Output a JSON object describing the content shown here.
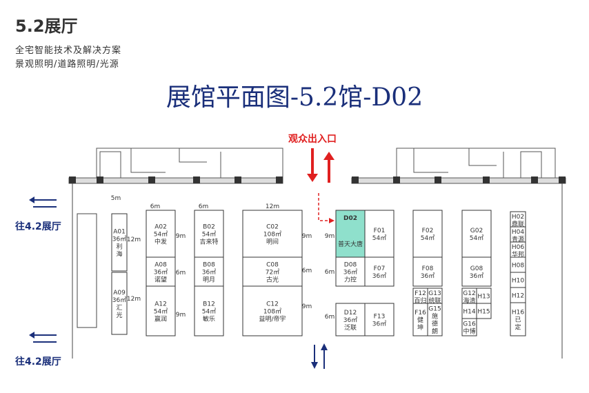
{
  "header": {
    "hall": "5.2展厅",
    "categories": [
      "全宅智能技术及解决方案",
      "景观照明/道路照明/光源"
    ],
    "title": "展馆平面图-5.2馆-D02",
    "entrance": "观众出入口",
    "exit_labels": [
      "往4.2展厅",
      "往4.2展厅"
    ]
  },
  "colors": {
    "highlight": "#8fe0cc",
    "title": "#1a2f7a",
    "entrance": "#e02020"
  },
  "booths": {
    "A01": {
      "id": "A01",
      "size": "36㎡",
      "name": "利海"
    },
    "A09": {
      "id": "A09",
      "size": "36㎡",
      "name": "汇光"
    },
    "A02": {
      "id": "A02",
      "size": "54㎡",
      "name": "中发"
    },
    "A08": {
      "id": "A08",
      "size": "36㎡",
      "name": "诺望"
    },
    "A12": {
      "id": "A12",
      "size": "54㎡",
      "name": "赢润"
    },
    "B02": {
      "id": "B02",
      "size": "54㎡",
      "name": "吉来特"
    },
    "B08": {
      "id": "B08",
      "size": "36㎡",
      "name": "明月"
    },
    "B12": {
      "id": "B12",
      "size": "54㎡",
      "name": "敏乐"
    },
    "C02": {
      "id": "C02",
      "size": "108㎡",
      "name": "明间"
    },
    "C08": {
      "id": "C08",
      "size": "72㎡",
      "name": "古光"
    },
    "C12": {
      "id": "C12",
      "size": "108㎡",
      "name": "益明/帝宇"
    },
    "D02": {
      "id": "D02",
      "size": "",
      "name": "普天大唐"
    },
    "D08": {
      "id": "D08",
      "size": "36㎡",
      "name": "力控"
    },
    "D12": {
      "id": "D12",
      "size": "36㎡",
      "name": "泛联"
    },
    "F01": {
      "id": "F01",
      "size": "54㎡",
      "name": ""
    },
    "F07": {
      "id": "F07",
      "size": "36㎡",
      "name": ""
    },
    "F13": {
      "id": "F13",
      "size": "36㎡",
      "name": ""
    },
    "F02": {
      "id": "F02",
      "size": "54㎡",
      "name": ""
    },
    "F08": {
      "id": "F08",
      "size": "36㎡",
      "name": ""
    },
    "F12": {
      "id": "F12",
      "size": "",
      "name": "百归"
    },
    "G13": {
      "id": "G13",
      "size": "",
      "name": "统联"
    },
    "F16": {
      "id": "F16",
      "size": "",
      "name": "健坤"
    },
    "G15": {
      "id": "G15",
      "size": "",
      "name": "施德朗"
    },
    "G02": {
      "id": "G02",
      "size": "54㎡",
      "name": ""
    },
    "G08": {
      "id": "G08",
      "size": "36㎡",
      "name": ""
    },
    "G12": {
      "id": "G12",
      "size": "",
      "name": "海清"
    },
    "H13": {
      "id": "H13",
      "size": "",
      "name": ""
    },
    "H14": {
      "id": "H14",
      "size": "",
      "name": ""
    },
    "H15": {
      "id": "H15",
      "size": "",
      "name": ""
    },
    "G16": {
      "id": "G16",
      "size": "",
      "name": "中博"
    },
    "H02": {
      "id": "H02",
      "size": "",
      "name": "鼎联"
    },
    "H04": {
      "id": "H04",
      "size": "",
      "name": "青源"
    },
    "H06": {
      "id": "H06",
      "size": "",
      "name": "华邦"
    },
    "H08": {
      "id": "H08",
      "size": "",
      "name": ""
    },
    "H10": {
      "id": "H10",
      "size": "",
      "name": ""
    },
    "H12": {
      "id": "H12",
      "size": "",
      "name": ""
    },
    "H16": {
      "id": "H16",
      "size": "",
      "name": "已定"
    }
  },
  "dimensions": {
    "d6m": "6m",
    "d9m": "9m",
    "d12m": "12m",
    "d5m": "5m"
  }
}
